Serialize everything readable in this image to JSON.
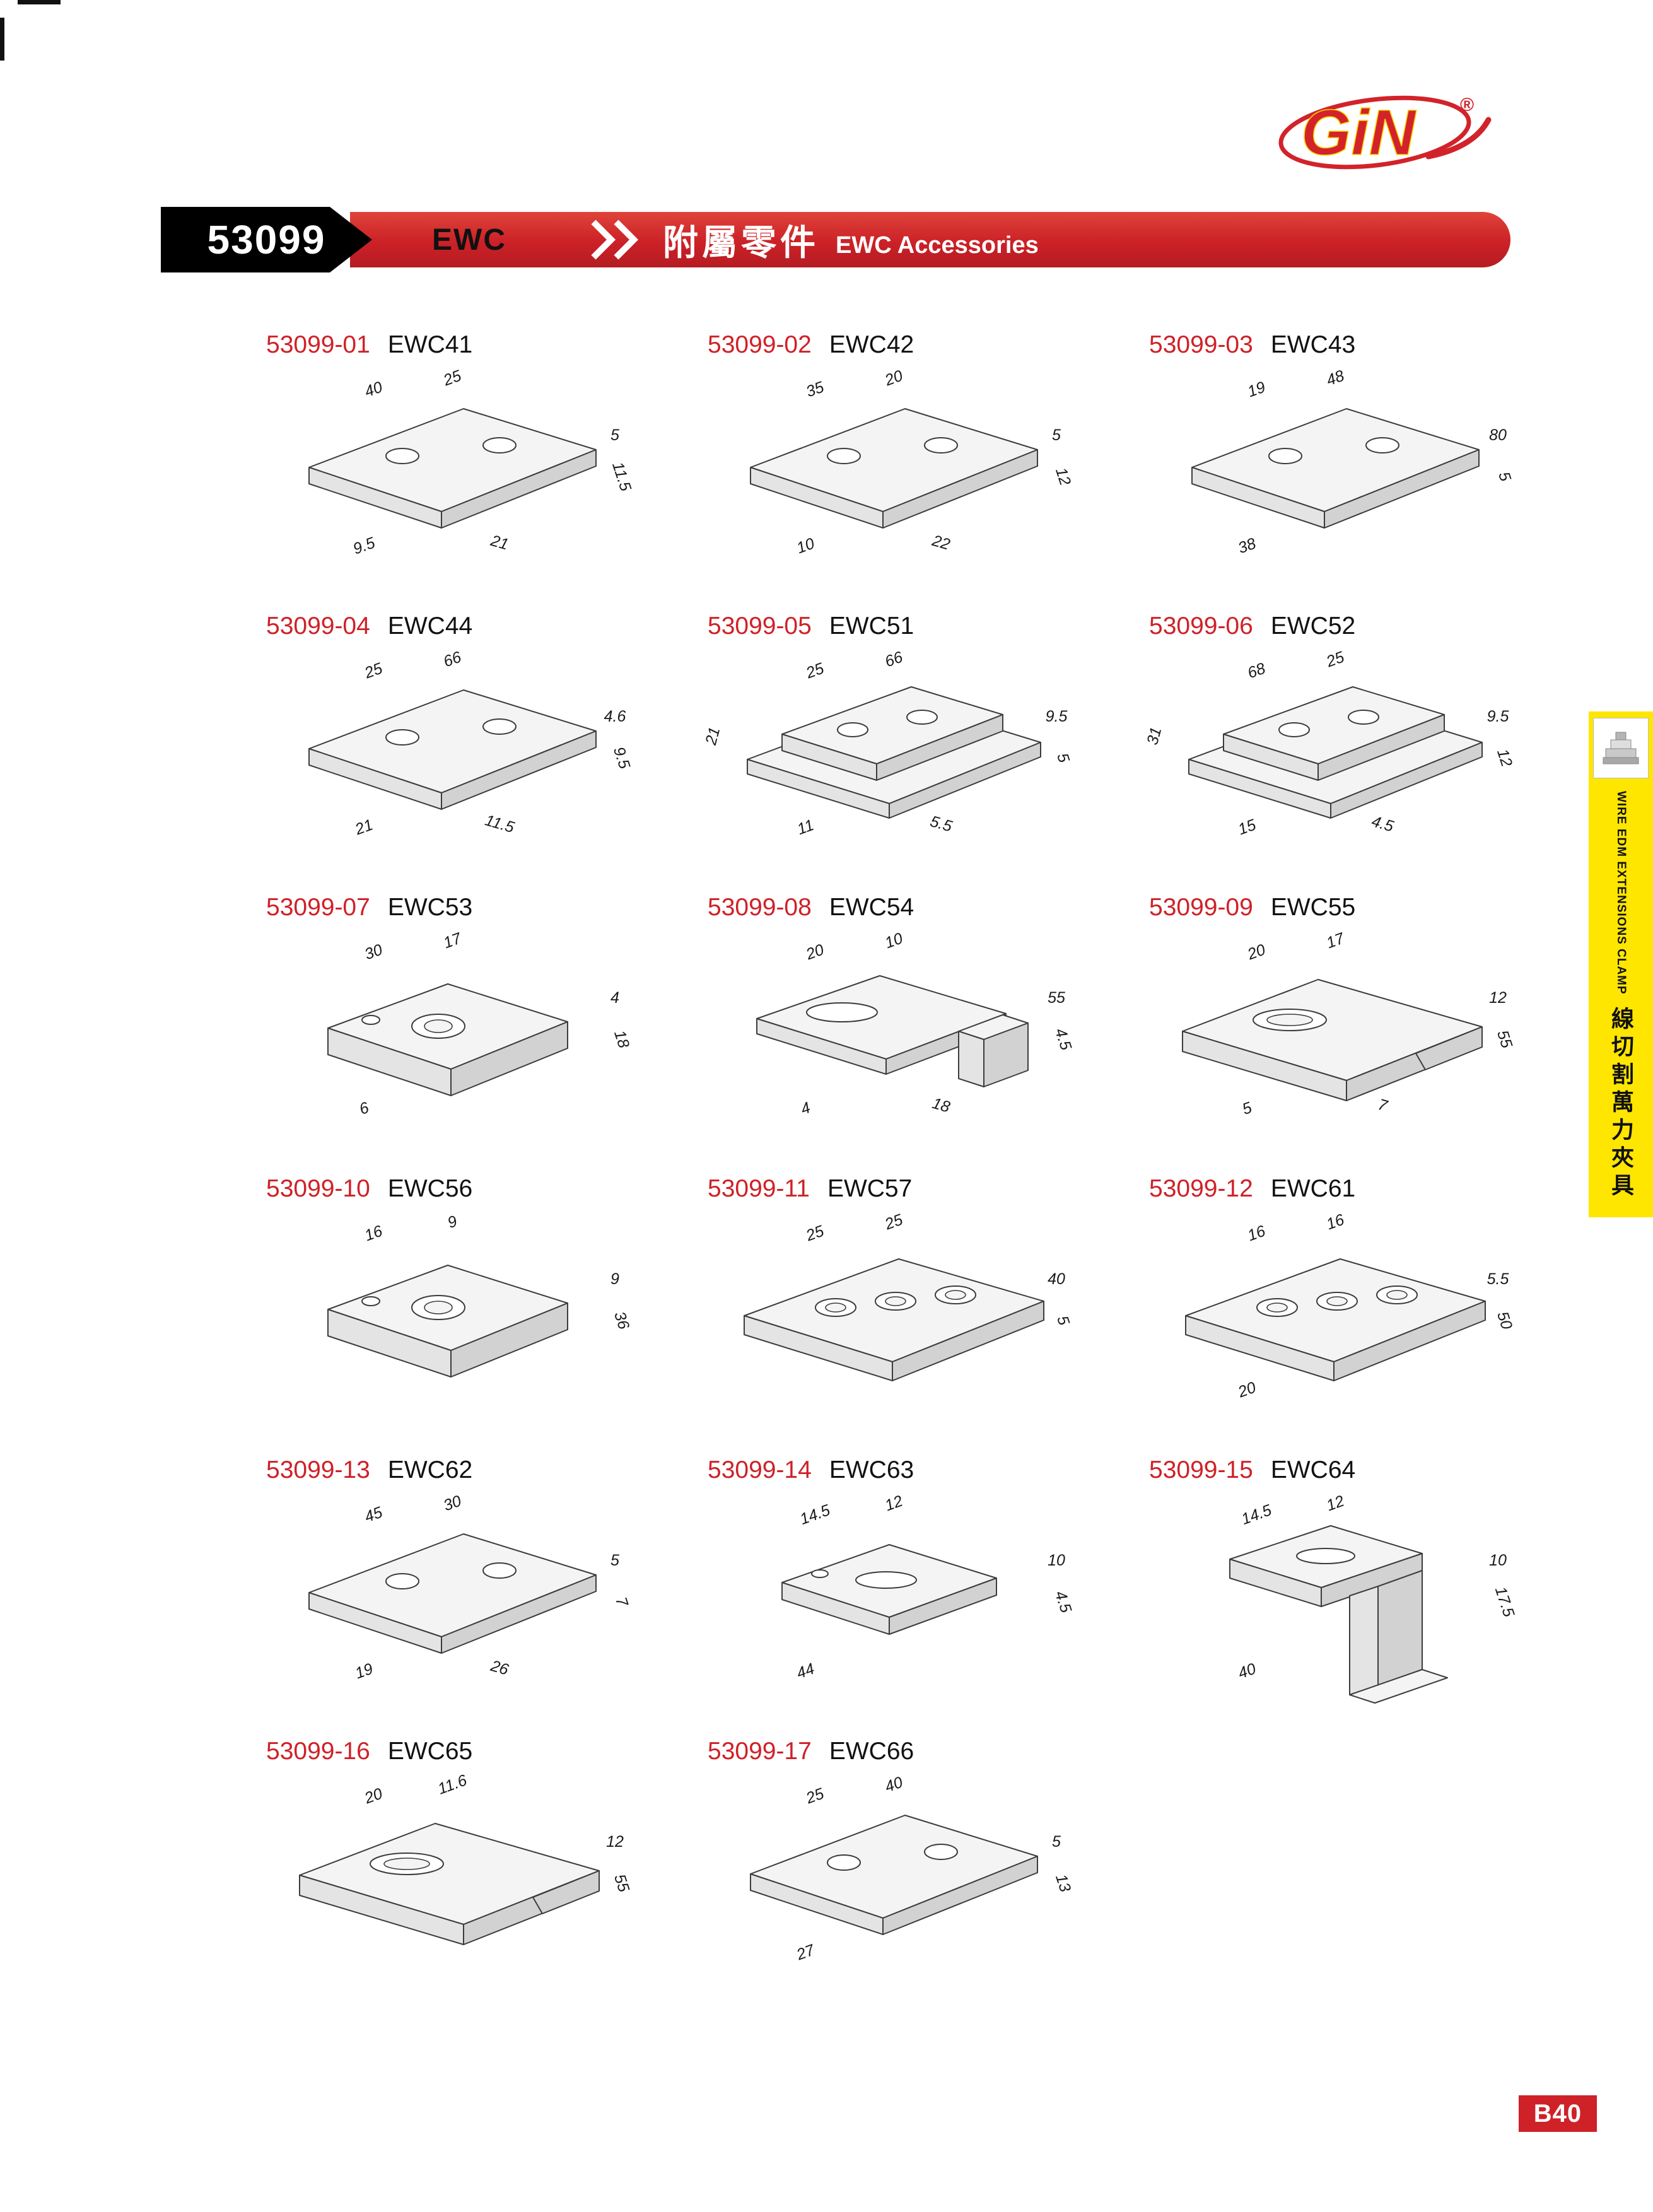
{
  "brand": {
    "name": "GiN",
    "reg": "®"
  },
  "header": {
    "code": "53099",
    "category": "EWC",
    "title_zh": "附屬零件",
    "title_en": "EWC Accessories"
  },
  "side_tab": {
    "en": "WIRE EDM EXTENSIONS CLAMP",
    "zh": "線切割萬力夾具"
  },
  "footer": {
    "page_number": "B40"
  },
  "items": [
    {
      "code": "53099-01",
      "model": "EWC41",
      "shape": "plate",
      "dims": [
        "40",
        "25",
        "5",
        "11.5",
        "9.5",
        "21"
      ]
    },
    {
      "code": "53099-02",
      "model": "EWC42",
      "shape": "plate",
      "dims": [
        "35",
        "20",
        "5",
        "12",
        "10",
        "22"
      ]
    },
    {
      "code": "53099-03",
      "model": "EWC43",
      "shape": "plate",
      "dims": [
        "19",
        "48",
        "80",
        "5",
        "38"
      ]
    },
    {
      "code": "53099-04",
      "model": "EWC44",
      "shape": "plate",
      "dims": [
        "25",
        "66",
        "4.6",
        "9.5",
        "21",
        "11.5"
      ]
    },
    {
      "code": "53099-05",
      "model": "EWC51",
      "shape": "step",
      "dims": [
        "25",
        "66",
        "9.5",
        "5",
        "11",
        "5.5",
        "21"
      ]
    },
    {
      "code": "53099-06",
      "model": "EWC52",
      "shape": "step",
      "dims": [
        "68",
        "25",
        "9.5",
        "12",
        "15",
        "4.5",
        "31"
      ]
    },
    {
      "code": "53099-07",
      "model": "EWC53",
      "shape": "clamp",
      "dims": [
        "30",
        "17",
        "4",
        "18",
        "6"
      ]
    },
    {
      "code": "53099-08",
      "model": "EWC54",
      "shape": "tclamp",
      "dims": [
        "20",
        "10",
        "55",
        "4.5",
        "4",
        "18"
      ]
    },
    {
      "code": "53099-09",
      "model": "EWC55",
      "shape": "clampLong",
      "dims": [
        "20",
        "17",
        "12",
        "55",
        "5",
        "7"
      ]
    },
    {
      "code": "53099-10",
      "model": "EWC56",
      "shape": "clamp",
      "dims": [
        "16",
        "9",
        "9",
        "36"
      ]
    },
    {
      "code": "53099-11",
      "model": "EWC57",
      "shape": "slot3",
      "dims": [
        "25",
        "25",
        "40",
        "5"
      ]
    },
    {
      "code": "53099-12",
      "model": "EWC61",
      "shape": "slot3",
      "dims": [
        "16",
        "16",
        "5.5",
        "50",
        "20"
      ]
    },
    {
      "code": "53099-13",
      "model": "EWC62",
      "shape": "plate",
      "dims": [
        "45",
        "30",
        "5",
        "7",
        "19",
        "26"
      ]
    },
    {
      "code": "53099-14",
      "model": "EWC63",
      "shape": "clampSmall",
      "dims": [
        "14.5",
        "12",
        "10",
        "4.5",
        "44"
      ]
    },
    {
      "code": "53099-15",
      "model": "EWC64",
      "shape": "lbracket",
      "dims": [
        "14.5",
        "12",
        "10",
        "17.5",
        "40"
      ]
    },
    {
      "code": "53099-16",
      "model": "EWC65",
      "shape": "clampLong",
      "dims": [
        "20",
        "11.6",
        "12",
        "55"
      ]
    },
    {
      "code": "53099-17",
      "model": "EWC66",
      "shape": "plate",
      "dims": [
        "25",
        "40",
        "5",
        "13",
        "27"
      ]
    }
  ]
}
